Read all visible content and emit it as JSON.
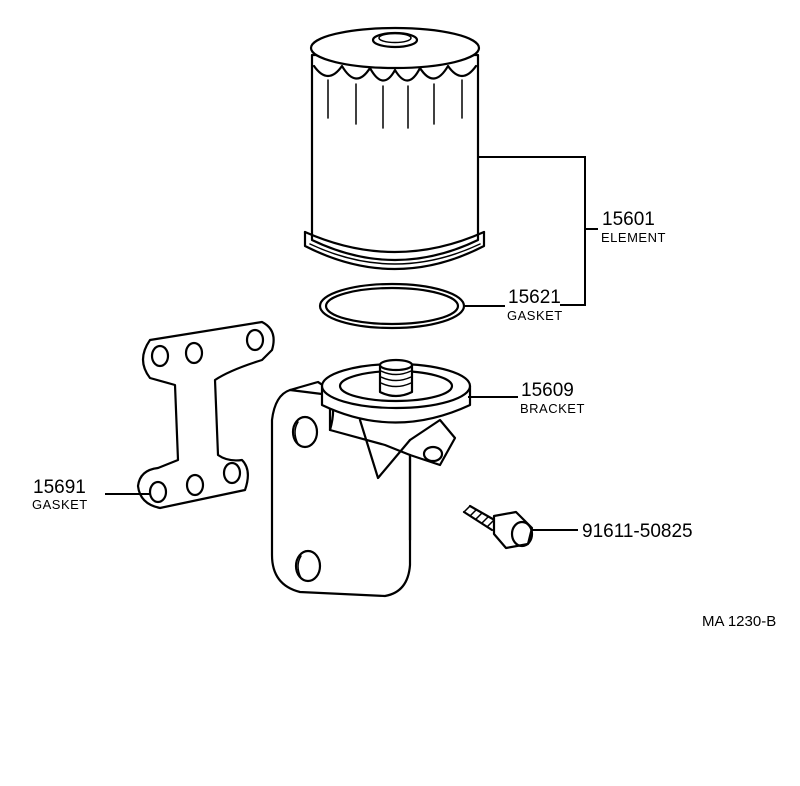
{
  "parts": [
    {
      "id": "element",
      "number": "15601",
      "name": "ELEMENT"
    },
    {
      "id": "gasket_top",
      "number": "15621",
      "name": "GASKET"
    },
    {
      "id": "bracket",
      "number": "15609",
      "name": "BRACKET"
    },
    {
      "id": "gasket_plate",
      "number": "15691",
      "name": "GASKET"
    },
    {
      "id": "bolt",
      "number": "91611-50825"
    }
  ],
  "illustration_code": "MA 1230-B"
}
